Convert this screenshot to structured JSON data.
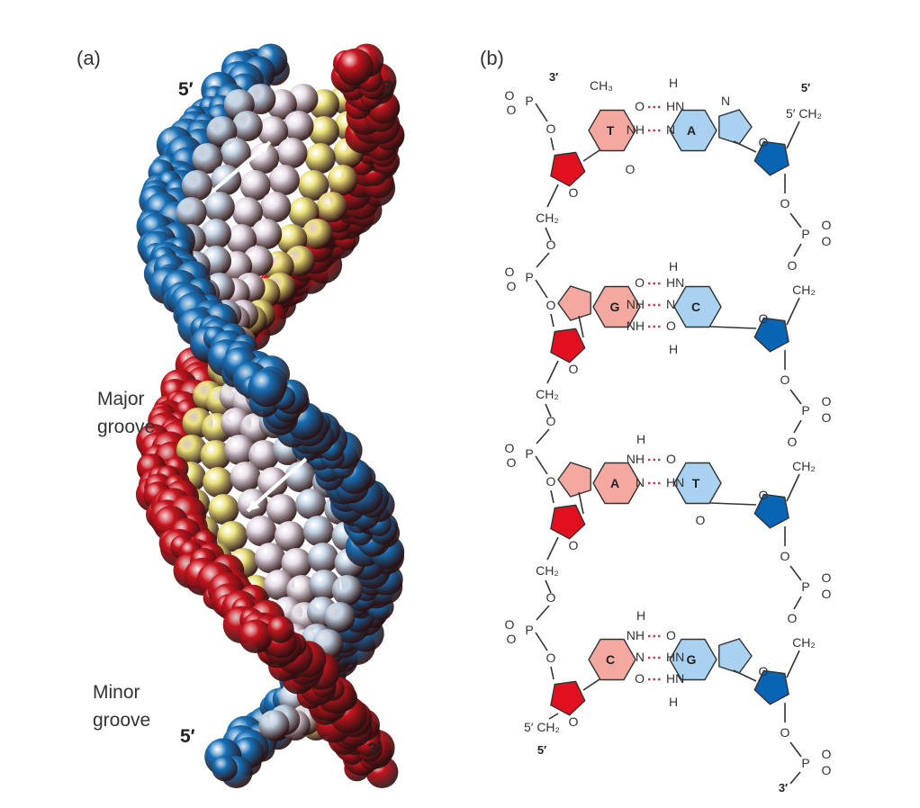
{
  "panel_a": {
    "label": "(a)",
    "top_left_end": "5′",
    "top_right_end": "3′",
    "bottom_left_end": "5′",
    "bottom_right_end": "3′",
    "major_groove": [
      "Major",
      "groove"
    ],
    "minor_groove": [
      "Minor",
      "groove"
    ]
  },
  "panel_b": {
    "label": "(b)",
    "left_top_end": "3′",
    "left_bottom_end": "5′",
    "right_top_end": "5′",
    "right_bottom_end": "3′",
    "atoms": {
      "O": "O",
      "P": "P",
      "CH2": "CH₂",
      "CH2_5": "5′ CH₂",
      "CH3": "CH₃",
      "N": "N",
      "H": "H"
    },
    "pairs": [
      {
        "left": "T",
        "right": "A",
        "hbonds": [
          [
            "O",
            "HN"
          ],
          [
            "NH",
            "N"
          ]
        ],
        "left_extra": "O"
      },
      {
        "left": "G",
        "right": "C",
        "hbonds": [
          [
            "O",
            "HN"
          ],
          [
            "NH",
            "N"
          ],
          [
            "NH",
            "O"
          ]
        ]
      },
      {
        "left": "A",
        "right": "T",
        "hbonds": [
          [
            "NH",
            "O"
          ],
          [
            "N",
            "HN"
          ]
        ],
        "right_extra": "O"
      },
      {
        "left": "C",
        "right": "G",
        "hbonds": [
          [
            "NH",
            "O"
          ],
          [
            "N",
            "HN"
          ],
          [
            "O",
            "HN"
          ]
        ]
      }
    ]
  },
  "colors": {
    "red_strand": "#c8141e",
    "blue_strand": "#1670b8",
    "base_yellow": "#ece27a",
    "base_lavender": "#e6dde8",
    "base_lightblue": "#c3d3e4",
    "left_base_fill": "#f4a8a0",
    "right_base_fill": "#a9d2f0",
    "left_sugar": "#e0101e",
    "right_sugar": "#0a64b4",
    "hbond": "#b0406a"
  }
}
